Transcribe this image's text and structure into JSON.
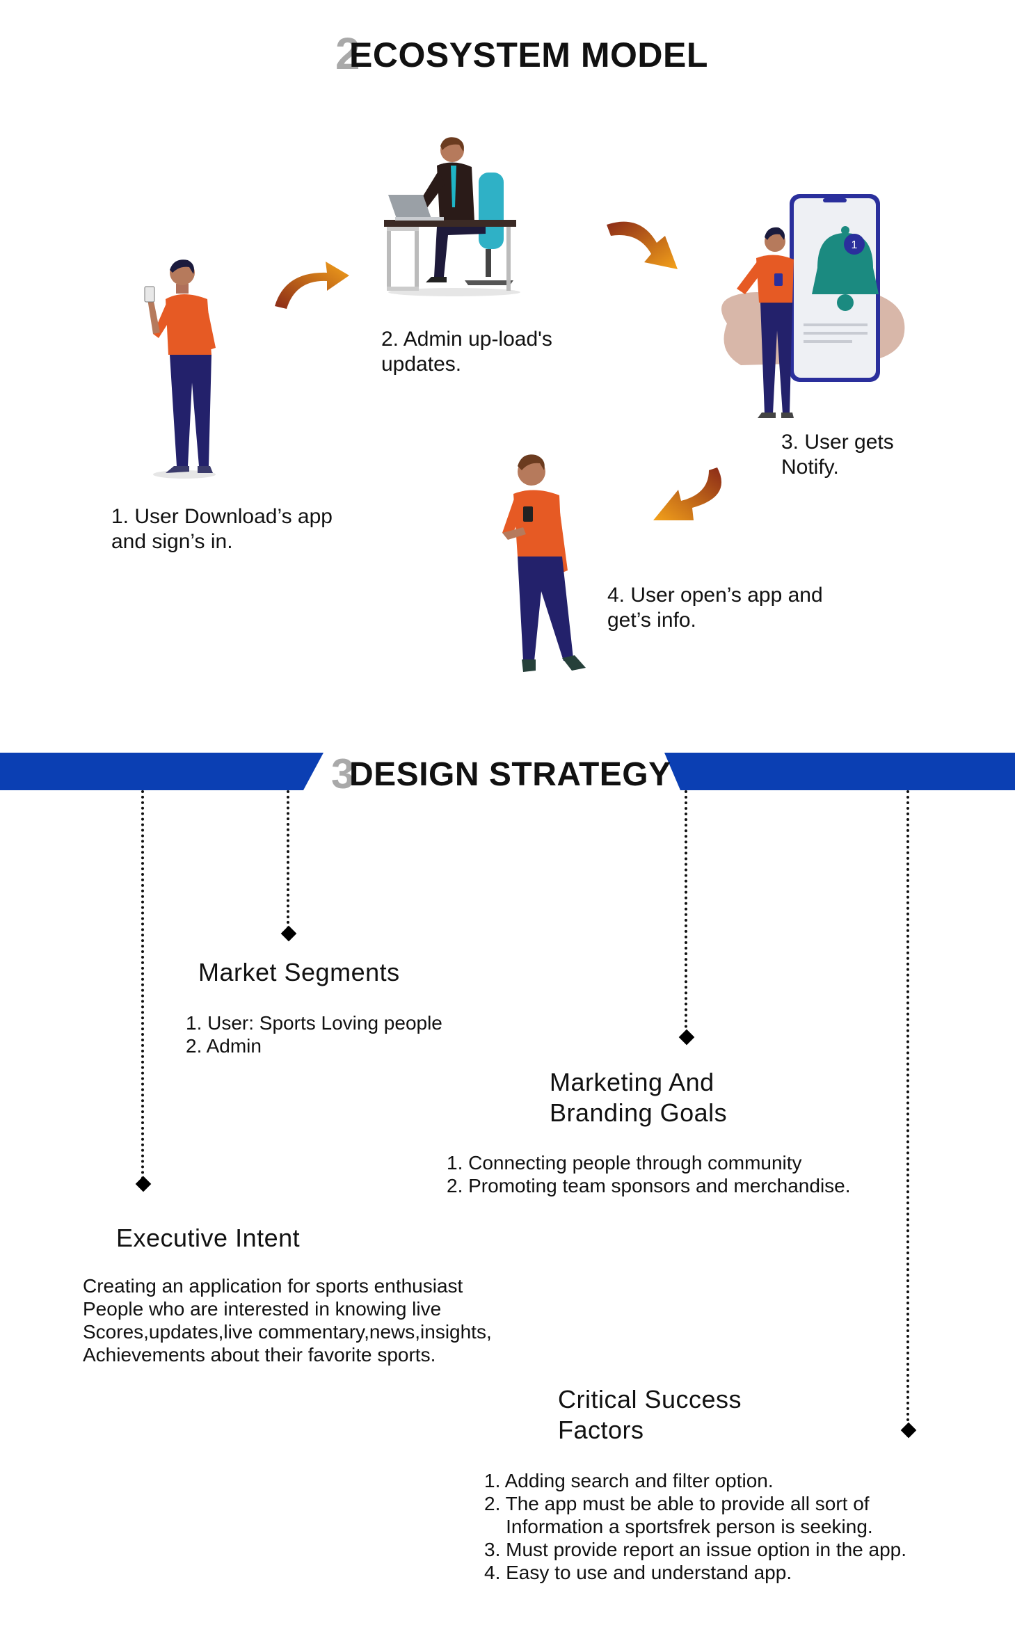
{
  "ecosystem": {
    "number": "2",
    "title": "ECOSYSTEM MODEL",
    "steps": [
      {
        "text": "1. User Download’s app\nand sign’s in."
      },
      {
        "text": "2. Admin up-load's\nupdates."
      },
      {
        "text": "3. User gets\nNotify."
      },
      {
        "text": "4. User open’s app and\nget’s info."
      }
    ],
    "notification_count": "1"
  },
  "design_strategy": {
    "number": "3",
    "title": "DESIGN STRATEGY",
    "banner_color": "#0b3fb3",
    "sections": {
      "market_segments": {
        "heading": "Market Segments",
        "items": [
          "1. User: Sports Loving people",
          "2. Admin"
        ]
      },
      "marketing_goals": {
        "heading": "Marketing And\nBranding Goals",
        "items": [
          "1. Connecting people through community",
          "2. Promoting team sponsors and merchandise."
        ]
      },
      "executive_intent": {
        "heading": "Executive Intent",
        "lines": [
          "Creating an application for sports enthusiast",
          "People who are interested in knowing live",
          "Scores,updates,live commentary,news,insights,",
          "Achievements about their favorite sports."
        ]
      },
      "critical_success": {
        "heading": "Critical Success\nFactors",
        "items": [
          "1. Adding search and filter option.",
          "2. The app must be able to provide all sort of",
          "    Information a sportsfrek person is seeking.",
          "3. Must provide report an issue option in the app.",
          "4. Easy to use and understand app."
        ]
      }
    }
  }
}
